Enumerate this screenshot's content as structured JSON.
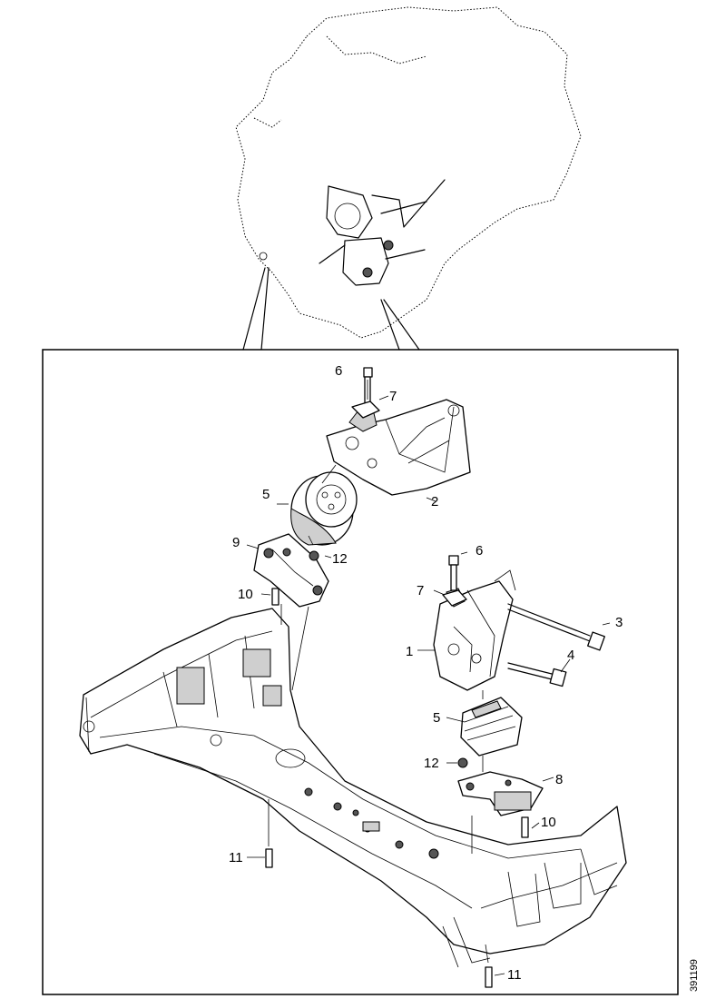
{
  "callouts": {
    "c1": "1",
    "c2": "2",
    "c3": "3",
    "c4": "4",
    "c5a": "5",
    "c5b": "5",
    "c6a": "6",
    "c6b": "6",
    "c7a": "7",
    "c7b": "7",
    "c8": "8",
    "c9": "9",
    "c10a": "10",
    "c10b": "10",
    "c11a": "11",
    "c11b": "11",
    "c12a": "12",
    "c12b": "12"
  },
  "reference_code": "391199"
}
